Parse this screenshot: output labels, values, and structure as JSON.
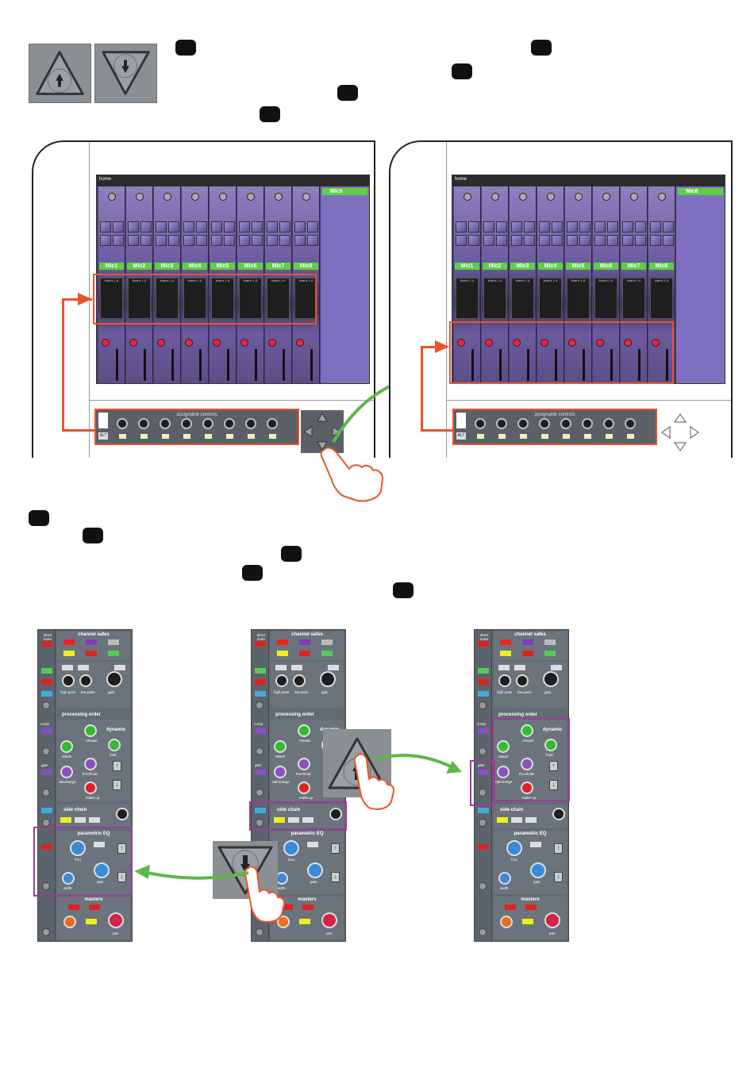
{
  "screen_left": {
    "home_label": "home",
    "channels": [
      "Mic1",
      "Mic2",
      "Mic3",
      "Mic4",
      "Mic5",
      "Mic6",
      "Mic7",
      "Mic8"
    ],
    "matrix_label": "Matrix 1-8",
    "selected_channel": "Mic5"
  },
  "screen_right": {
    "home_label": "home",
    "channels": [
      "Mic1",
      "Mic2",
      "Mic3",
      "Mic4",
      "Mic5",
      "Mic6",
      "Mic7",
      "Mic8"
    ],
    "matrix_label": "Matrix 1-8",
    "selected_channel": "Mic6"
  },
  "assignable": {
    "title": "assignable controls",
    "alt": "ALT"
  },
  "strip": {
    "direct_mute": "direct mute",
    "channel_safes": "channel safes",
    "high_pass": "high pass",
    "low_pass": "low pass",
    "gain": "gain",
    "processing_order": "processing order",
    "comp": "comp",
    "gate": "gate",
    "dynamic": "dynamic",
    "release": "release",
    "attack": "attack",
    "hold": "hold",
    "threshold": "threshold",
    "ratio_range": "ratio/range",
    "make_up": "make up",
    "side_chain": "side chain",
    "freq": "freq",
    "parametric_eq": "parametric EQ",
    "width": "width",
    "masters": "masters",
    "pan": "pan"
  },
  "colors": {
    "highlight_orange": "#e8542a",
    "highlight_purple": "#9c3b9c",
    "arrow_green": "#5cb84a"
  },
  "icons": [
    "up-arrow-key-icon",
    "down-arrow-key-icon",
    "pointing-hand-icon",
    "nav-arrows-icon"
  ]
}
